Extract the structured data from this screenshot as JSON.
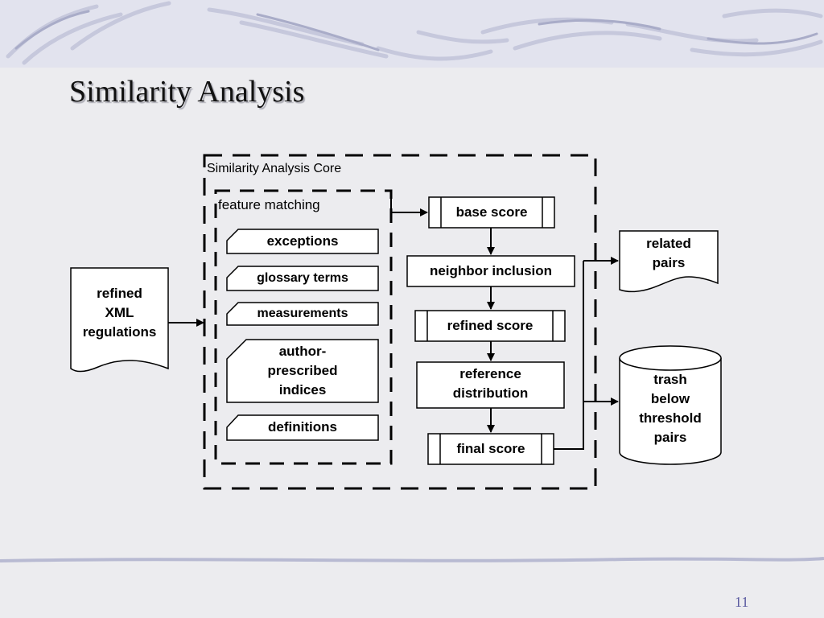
{
  "slide": {
    "title": "Similarity Analysis",
    "page_number": "11"
  },
  "diagram": {
    "core_label": "Similarity Analysis Core",
    "feature_matching_label": "feature matching",
    "features": [
      "exceptions",
      "glossary terms",
      "measurements",
      "author-\nprescribed\nindices",
      "definitions"
    ],
    "input": "refined\nXML\nregulations",
    "steps": {
      "base_score": "base score",
      "neighbor_inclusion": "neighbor inclusion",
      "refined_score": "refined score",
      "reference_distribution": "reference\ndistribution",
      "final_score": "final score"
    },
    "outputs": {
      "related_pairs": "related\npairs",
      "trash": "trash\nbelow\nthreshold\npairs"
    }
  }
}
